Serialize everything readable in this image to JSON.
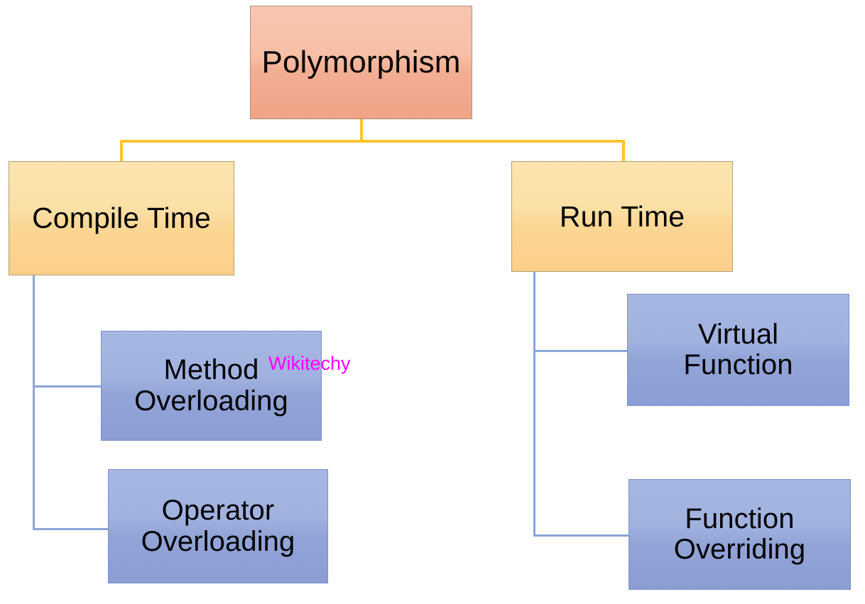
{
  "diagram": {
    "title": "Polymorphism",
    "type": "hierarchy-tree",
    "root": {
      "label": "Polymorphism",
      "shape": "rectangle",
      "fill": "#f4b79f",
      "border": "#b0907e"
    },
    "branches": [
      {
        "label": "Compile Time",
        "shape": "rectangle",
        "fill": "#fbd99e",
        "border": "#b39f74",
        "children": [
          {
            "label": "Method\nOverloading",
            "shape": "rectangle",
            "fill": "#9aabdb",
            "border": "#7f8fc4"
          },
          {
            "label": "Operator\nOverloading",
            "shape": "rectangle",
            "fill": "#9aabdb",
            "border": "#7f8fc4"
          }
        ]
      },
      {
        "label": "Run Time",
        "shape": "rectangle",
        "fill": "#fbd99e",
        "border": "#b39f74",
        "children": [
          {
            "label": "Virtual\nFunction",
            "shape": "rectangle",
            "fill": "#9aabdb",
            "border": "#7f8fc4"
          },
          {
            "label": "Function\nOverriding",
            "shape": "rectangle",
            "fill": "#9aabdb",
            "border": "#7f8fc4"
          }
        ]
      }
    ],
    "connector_colors": {
      "root_to_branch": "#fcc430",
      "branch_to_leaf": "#8ba4d6"
    }
  },
  "watermark": {
    "text": "Wikitechy",
    "color": "#ff00ff"
  }
}
